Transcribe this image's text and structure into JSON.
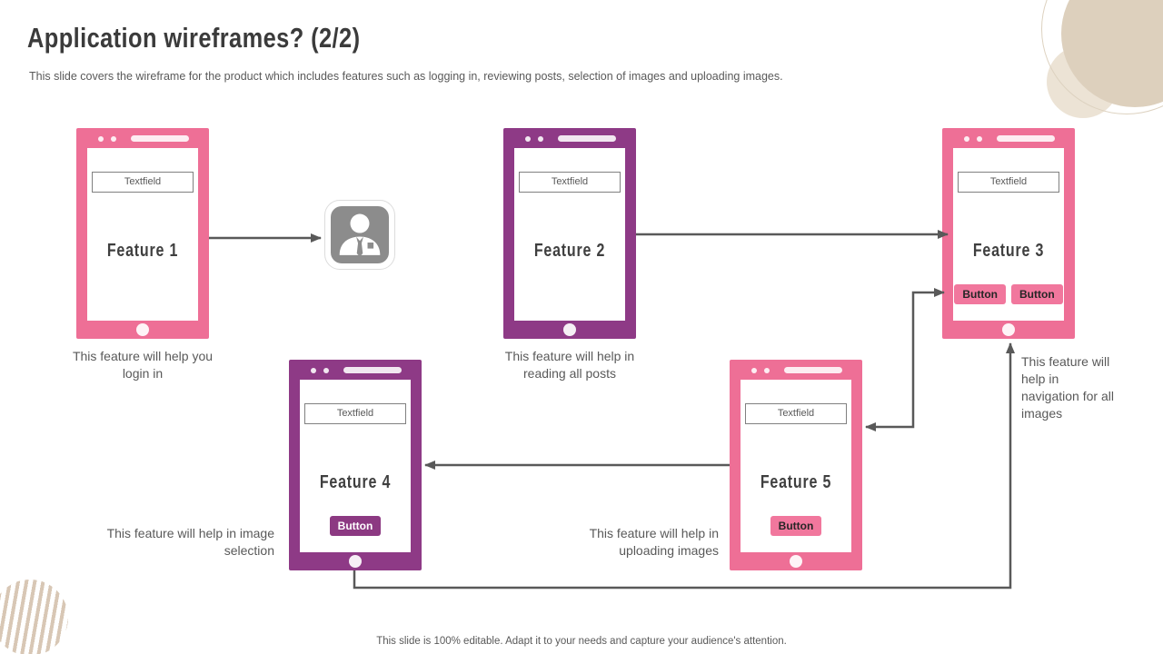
{
  "slide": {
    "title": "Application wireframes? (2/2)",
    "subtitle": "This slide covers the wireframe for the product which includes features such as logging in, reviewing posts, selection of images and uploading images.",
    "footer": "This slide is 100% editable. Adapt it to your needs and capture your audience's attention."
  },
  "colors": {
    "pink": "#EE6F96",
    "purple": "#8E3A86",
    "connector": "#595959",
    "caption_text": "#595959",
    "title_text": "#3B3B3B",
    "beige": "#DDD0BD",
    "beige_light": "#ECE3D5"
  },
  "icons": {
    "user": "user-icon"
  },
  "phones": [
    {
      "label": "Feature 1",
      "textfield": "Textfield",
      "buttons": [],
      "color": "pink",
      "caption": "This feature will help you login in"
    },
    {
      "label": "Feature 2",
      "textfield": "Textfield",
      "buttons": [],
      "color": "purple",
      "caption": "This feature will help in reading all posts"
    },
    {
      "label": "Feature 3",
      "textfield": "Textfield",
      "buttons": [
        "Button",
        "Button"
      ],
      "color": "pink",
      "caption": "This feature will help in navigation for all images"
    },
    {
      "label": "Feature 4",
      "textfield": "Textfield",
      "buttons": [
        "Button"
      ],
      "color": "purple",
      "caption": "This feature will help in image selection"
    },
    {
      "label": "Feature 5",
      "textfield": "Textfield",
      "buttons": [
        "Button"
      ],
      "color": "pink",
      "caption": "This feature will help in uploading images"
    }
  ]
}
